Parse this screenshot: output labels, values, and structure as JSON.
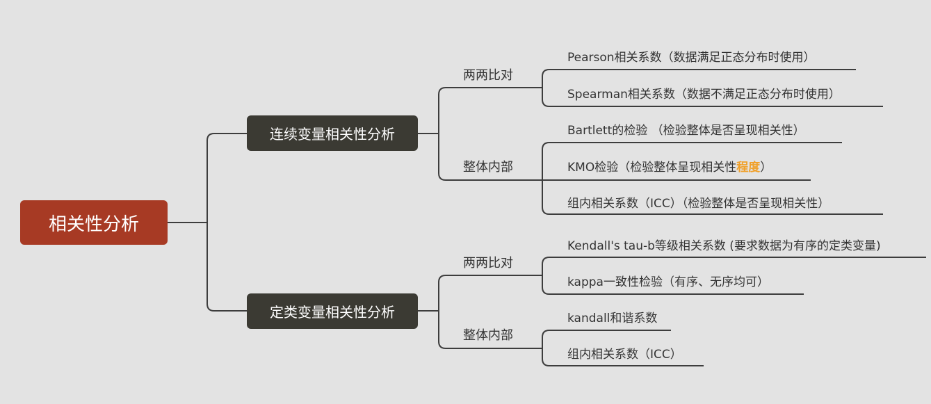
{
  "root": {
    "label": "相关性分析"
  },
  "branches": [
    {
      "label": "连续变量相关性分析",
      "groups": [
        {
          "label": "两两比对",
          "items": [
            "Pearson相关系数（数据满足正态分布时使用）",
            "Spearman相关系数（数据不满足正态分布时使用）"
          ]
        },
        {
          "label": "整体内部",
          "items": [
            "Bartlett的检验 （检验整体是否呈现相关性）",
            {
              "prefix": "KMO检验（检验整体呈现相关性",
              "highlight": "程度",
              "suffix": "）"
            },
            "组内相关系数（ICC）（检验整体是否呈现相关性）"
          ]
        }
      ]
    },
    {
      "label": "定类变量相关性分析",
      "groups": [
        {
          "label": "两两比对",
          "items": [
            "Kendall's tau-b等级相关系数 (要求数据为有序的定类变量)",
            "kappa一致性检验（有序、无序均可）"
          ]
        },
        {
          "label": "整体内部",
          "items": [
            "kandall和谐系数",
            "组内相关系数（ICC）"
          ]
        }
      ]
    }
  ],
  "colors": {
    "background": "#e3e3e3",
    "root_fill": "#a73a24",
    "branch_fill": "#3b3a33",
    "connector": "#3d3d3d",
    "highlight": "#f0a02a"
  }
}
